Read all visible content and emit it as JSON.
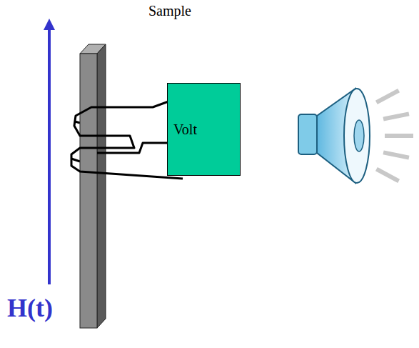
{
  "diagram": {
    "nodes": [
      {
        "text": [
          "Volt"
        ]
      }
    ],
    "labels": [
      "Sample",
      "H(t)"
    ]
  }
}
